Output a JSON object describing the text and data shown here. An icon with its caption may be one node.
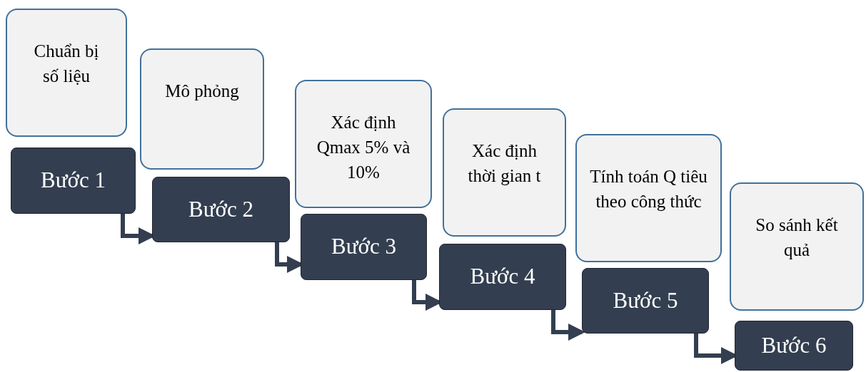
{
  "diagram": {
    "nodes": [
      {
        "text": [
          "Chuẩn bị số liệu"
        ]
      },
      {
        "text": [
          "Bước 1"
        ]
      },
      {
        "text": [
          "Mô phỏng"
        ]
      },
      {
        "text": [
          "Bước 2"
        ]
      },
      {
        "text": [
          "Xác định Qmax 5% và 10%"
        ]
      },
      {
        "text": [
          "Bước 3"
        ]
      },
      {
        "text": [
          "Xác định thời gian t"
        ]
      },
      {
        "text": [
          "Bước 4"
        ]
      },
      {
        "text": [
          "Tính toán Q tiêu theo công thức"
        ]
      },
      {
        "text": [
          "Bước 5"
        ]
      },
      {
        "text": [
          "So sánh kết quả"
        ]
      },
      {
        "text": [
          "Bước 6"
        ]
      }
    ],
    "edges": [
      {
        "from": 1,
        "to": 3,
        "arrow": "to"
      },
      {
        "from": 3,
        "to": 5,
        "arrow": "to"
      },
      {
        "from": 5,
        "to": 7,
        "arrow": "to"
      },
      {
        "from": 7,
        "to": 9,
        "arrow": "to"
      },
      {
        "from": 9,
        "to": 11,
        "arrow": "to"
      }
    ]
  }
}
